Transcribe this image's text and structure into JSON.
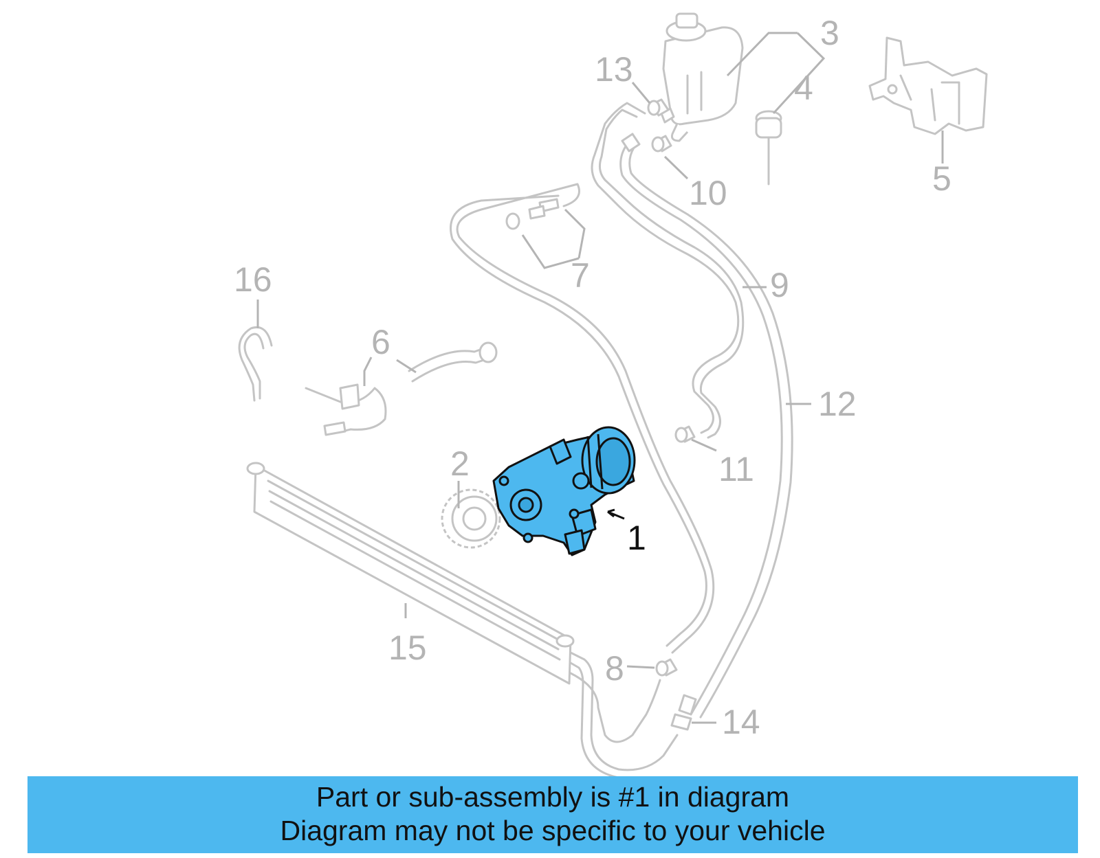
{
  "diagram": {
    "highlight_color": "#4db8ef",
    "ghost_color": "#c4c4c4",
    "callouts": {
      "c1": "1",
      "c2": "2",
      "c3": "3",
      "c4": "4",
      "c5": "5",
      "c6": "6",
      "c7": "7",
      "c8": "8",
      "c9": "9",
      "c10": "10",
      "c11": "11",
      "c12": "12",
      "c13": "13",
      "c14": "14",
      "c15": "15",
      "c16": "16"
    }
  },
  "caption": {
    "background": "#4db8ef",
    "line1": "Part or sub-assembly is #1 in diagram",
    "line2": "Diagram may not be specific to your vehicle"
  }
}
